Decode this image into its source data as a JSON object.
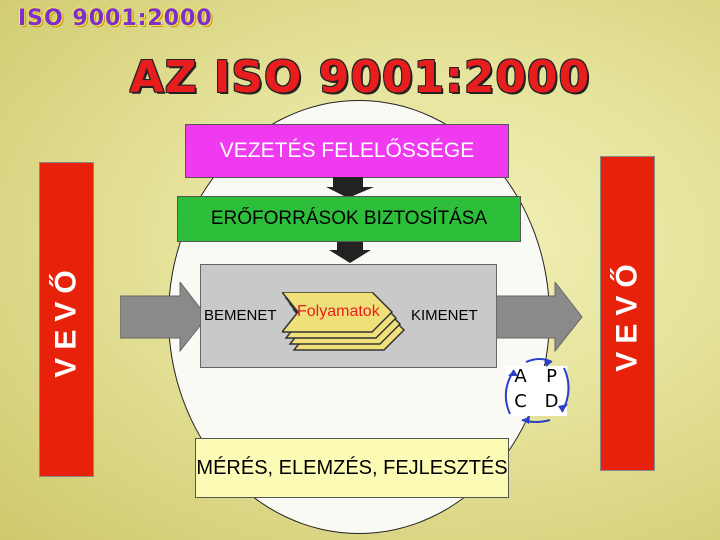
{
  "logo_text": "ISO 9001:2000",
  "title": "AZ ISO 9001:2000",
  "customer_left": "VEVŐ",
  "customer_right": "VEVŐ",
  "management": "VEZETÉS FELELŐSSÉGE",
  "resources": "ERŐFORRÁSOK BIZTOSÍTÁSA",
  "process": {
    "input": "BEMENET",
    "processes": "Folyamatok",
    "output": "KIMENET"
  },
  "pdca": {
    "a": "A",
    "p": "P",
    "c": "C",
    "d": "D"
  },
  "measurement": "MÉRÉS, ELEMZÉS, FEJLESZTÉS",
  "colors": {
    "background": "#e5e29a",
    "customer_bar": "#e8220a",
    "management_box": "#f03af0",
    "resources_box": "#2dbe3a",
    "process_area": "#c9c9c9",
    "measurement_box": "#fbfbb6",
    "title": "#e81e1e",
    "arrow_dark": "#222222",
    "arrow_gray": "#8a8a8a"
  }
}
